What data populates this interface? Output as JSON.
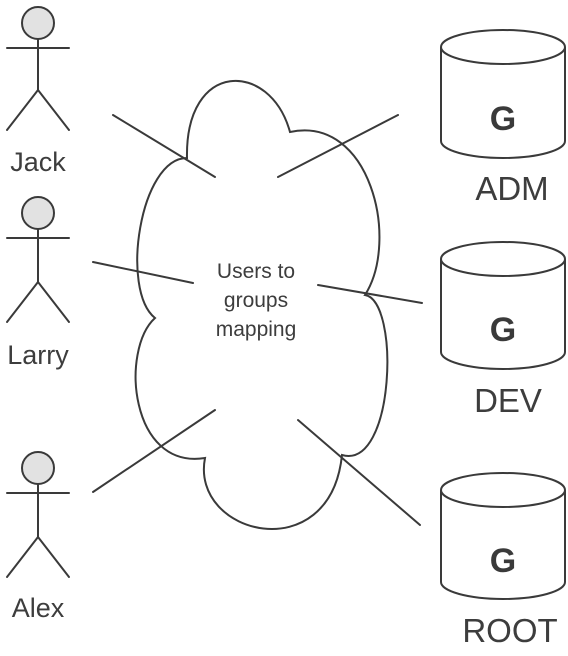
{
  "actors": [
    {
      "id": "jack",
      "label": "Jack"
    },
    {
      "id": "larry",
      "label": "Larry"
    },
    {
      "id": "alex",
      "label": "Alex"
    }
  ],
  "cloud": {
    "lines": [
      "Users to",
      "groups",
      "mapping"
    ]
  },
  "groups": [
    {
      "id": "adm",
      "letter": "G",
      "label": "ADM"
    },
    {
      "id": "dev",
      "letter": "G",
      "label": "DEV"
    },
    {
      "id": "root",
      "letter": "G",
      "label": "ROOT"
    }
  ],
  "colors": {
    "stroke": "#3a3a3a",
    "head_fill": "#e2e2e2",
    "text": "#3d3d3d"
  }
}
